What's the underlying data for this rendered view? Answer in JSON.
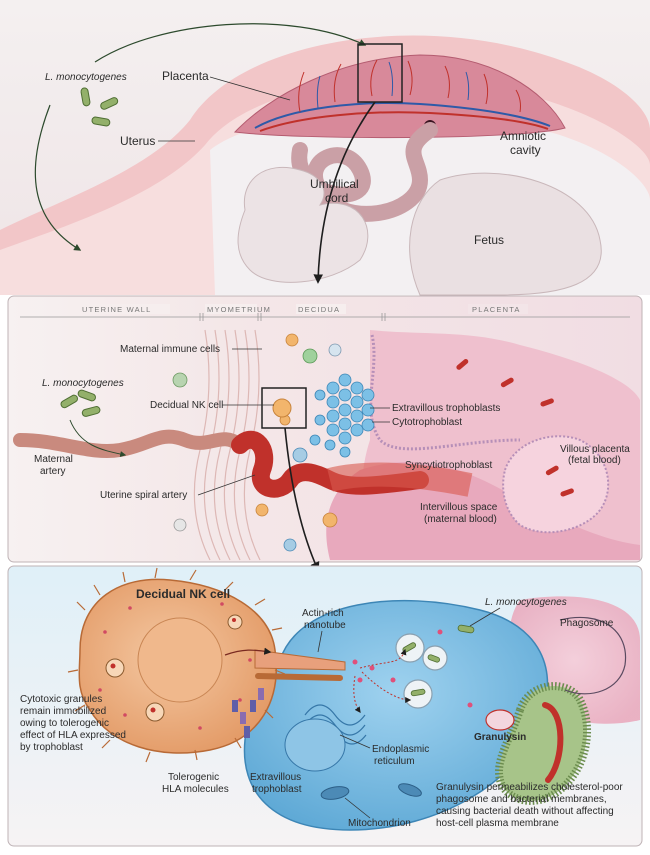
{
  "top": {
    "bacteria": "L. monocytogenes",
    "placenta": "Placenta",
    "uterus": "Uterus",
    "amniotic_line1": "Amniotic",
    "amniotic_line2": "cavity",
    "umbilical_line1": "Umbilical",
    "umbilical_line2": "cord",
    "fetus": "Fetus"
  },
  "middle": {
    "scale": {
      "uterine_wall": "UTERINE WALL",
      "myometrium": "MYOMETRIUM",
      "decidua": "DECIDUA",
      "placenta": "PLACENTA"
    },
    "immune_cells": "Maternal immune cells",
    "bacteria": "L. monocytogenes",
    "nk_cell": "Decidual NK cell",
    "maternal_line1": "Maternal",
    "maternal_line2": "artery",
    "spiral_artery": "Uterine spiral artery",
    "extravillous": "Extravillous trophoblasts",
    "cytotrophoblast": "Cytotrophoblast",
    "syncytio": "Syncytiotrophoblast",
    "villous_line1": "Villous placenta",
    "villous_line2": "(fetal blood)",
    "intervillous_line1": "Intervillous space",
    "intervillous_line2": "(maternal blood)"
  },
  "bottom": {
    "nk_title": "Decidual NK cell",
    "actin_line1": "Actin-rich",
    "actin_line2": "nanotube",
    "bacteria": "L. monocytogenes",
    "phagosome": "Phagosome",
    "cytotoxic": [
      "Cytotoxic granules",
      "remain immobilized",
      "owing to tolerogenic",
      "effect of HLA expressed",
      "by trophoblast"
    ],
    "granulysin": "Granulysin",
    "er_line1": "Endoplasmic",
    "er_line2": "reticulum",
    "hla_line1": "Tolerogenic",
    "hla_line2": "HLA molecules",
    "ext_line1": "Extravillous",
    "ext_line2": "trophoblast",
    "mito": "Mitochondrion",
    "granulysin_note": [
      "Granulysin permeabilizes cholesterol-poor",
      "phagosome and bacterial membranes,",
      "causing bacterial death without affecting",
      "host-cell plasma membrane"
    ]
  },
  "colors": {
    "uterus_pink": "#f2c6c8",
    "placenta": "#d8899a",
    "artery_red": "#c0312b",
    "trophoblast_blue": "#6fb4dc",
    "nk_orange": "#e9a97a",
    "bacteria_green": "#7aa05a"
  }
}
